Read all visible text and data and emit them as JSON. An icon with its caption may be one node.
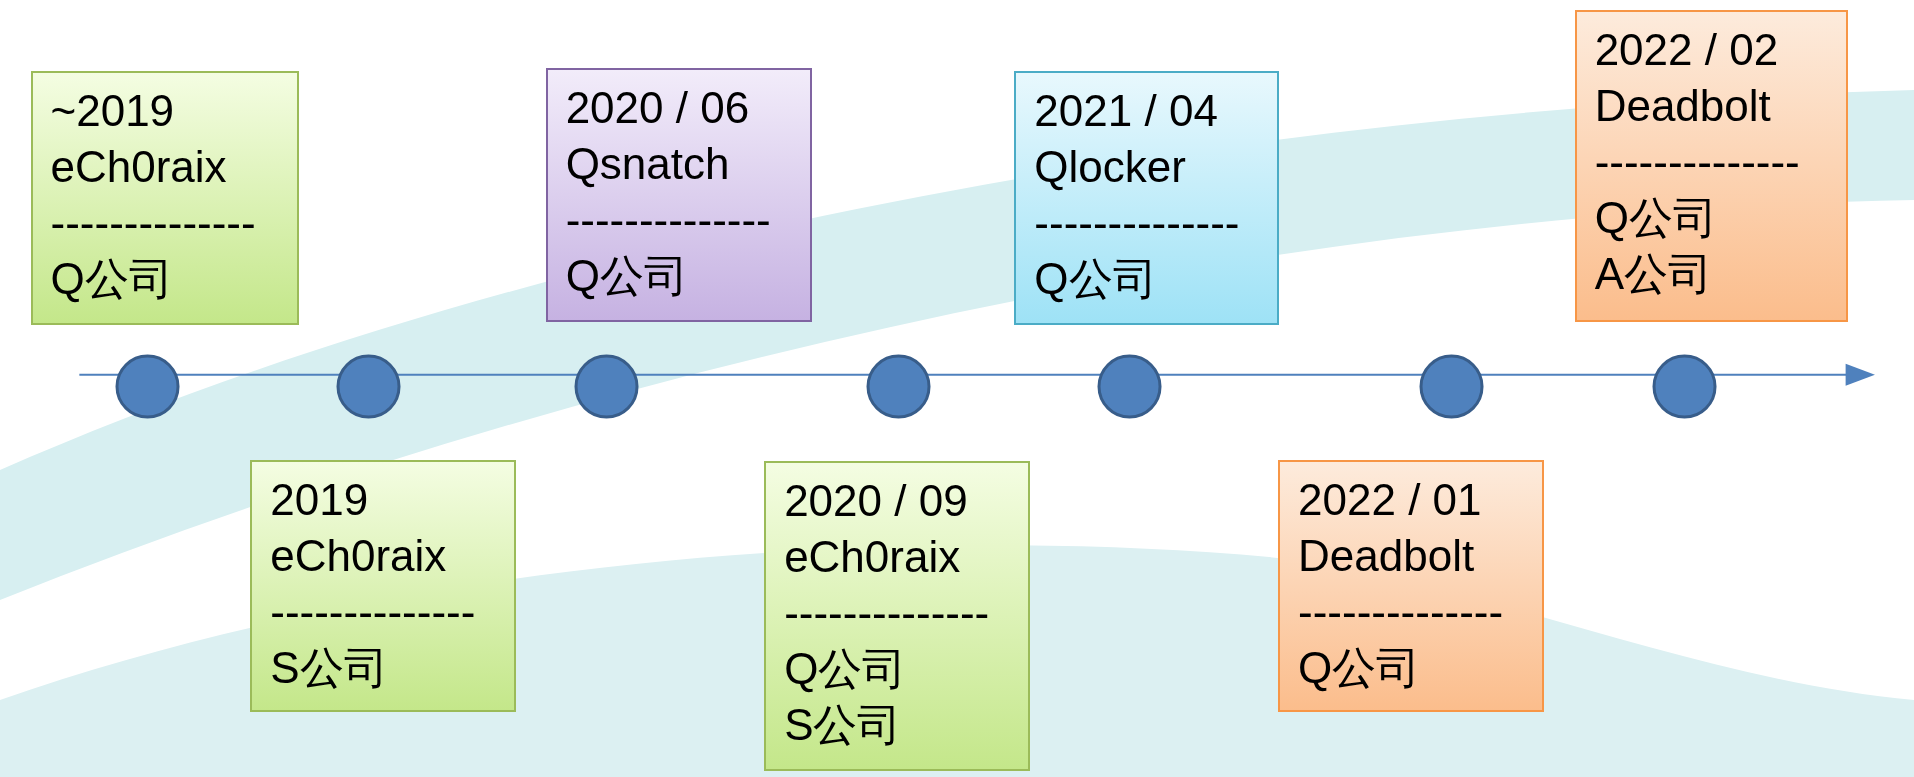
{
  "diagram": {
    "nodes": [
      {
        "text": [
          "~2019",
          "eCh0raix",
          "--------------",
          "Q公司"
        ]
      },
      {
        "text": [
          "2019",
          "eCh0raix",
          "--------------",
          "S公司"
        ]
      },
      {
        "text": [
          "2020 / 06",
          "Qsnatch",
          "--------------",
          "Q公司"
        ]
      },
      {
        "text": [
          "2020 / 09",
          "eCh0raix",
          "--------------",
          "Q公司 S公司"
        ]
      },
      {
        "text": [
          "2021 / 04",
          "Qlocker",
          "--------------",
          "Q公司"
        ]
      },
      {
        "text": [
          "2022 / 01",
          "Deadbolt",
          "--------------",
          "Q公司"
        ]
      },
      {
        "text": [
          "2022 / 02",
          "Deadbolt",
          "--------------",
          "Q公司 A公司"
        ]
      },
      {
        "text": [],
        "shape": "circle"
      },
      {
        "text": [],
        "shape": "circle"
      },
      {
        "text": [],
        "shape": "circle"
      },
      {
        "text": [],
        "shape": "circle"
      },
      {
        "text": [],
        "shape": "circle"
      },
      {
        "text": [],
        "shape": "circle"
      },
      {
        "text": [],
        "shape": "circle"
      }
    ]
  }
}
